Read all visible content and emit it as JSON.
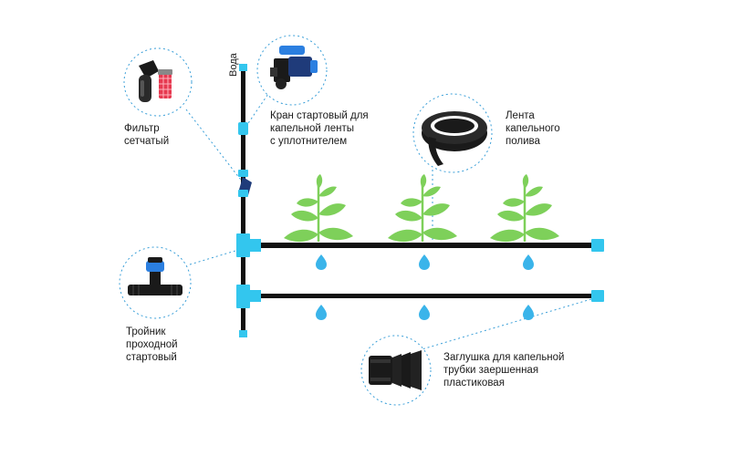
{
  "colors": {
    "pipe": "#111111",
    "fitting": "#33c6ee",
    "leader": "#3a9fd8",
    "plant": "#7ed05a",
    "drop": "#3ab4ea"
  },
  "water_label": "Вода",
  "labels": {
    "filter": [
      "Фильтр",
      "сетчатый"
    ],
    "valve": [
      "Кран стартовый для",
      "капельной ленты",
      "с уплотнителем"
    ],
    "tape": [
      "Лента",
      "капельного",
      "полива"
    ],
    "tee": [
      "Тройник",
      "проходной",
      "стартовый"
    ],
    "plug": [
      "Заглушка для капельной",
      "трубки заершенная",
      "пластиковая"
    ]
  },
  "icons": {
    "filter": "mesh-filter-icon",
    "valve": "start-valve-icon",
    "tape": "drip-tape-roll-icon",
    "tee": "tee-connector-icon",
    "plug": "end-plug-icon",
    "plant": "seedling-icon",
    "drop": "water-drop-icon"
  },
  "counts": {
    "lines": 2,
    "plants": 3,
    "drops_per_line": 3
  }
}
